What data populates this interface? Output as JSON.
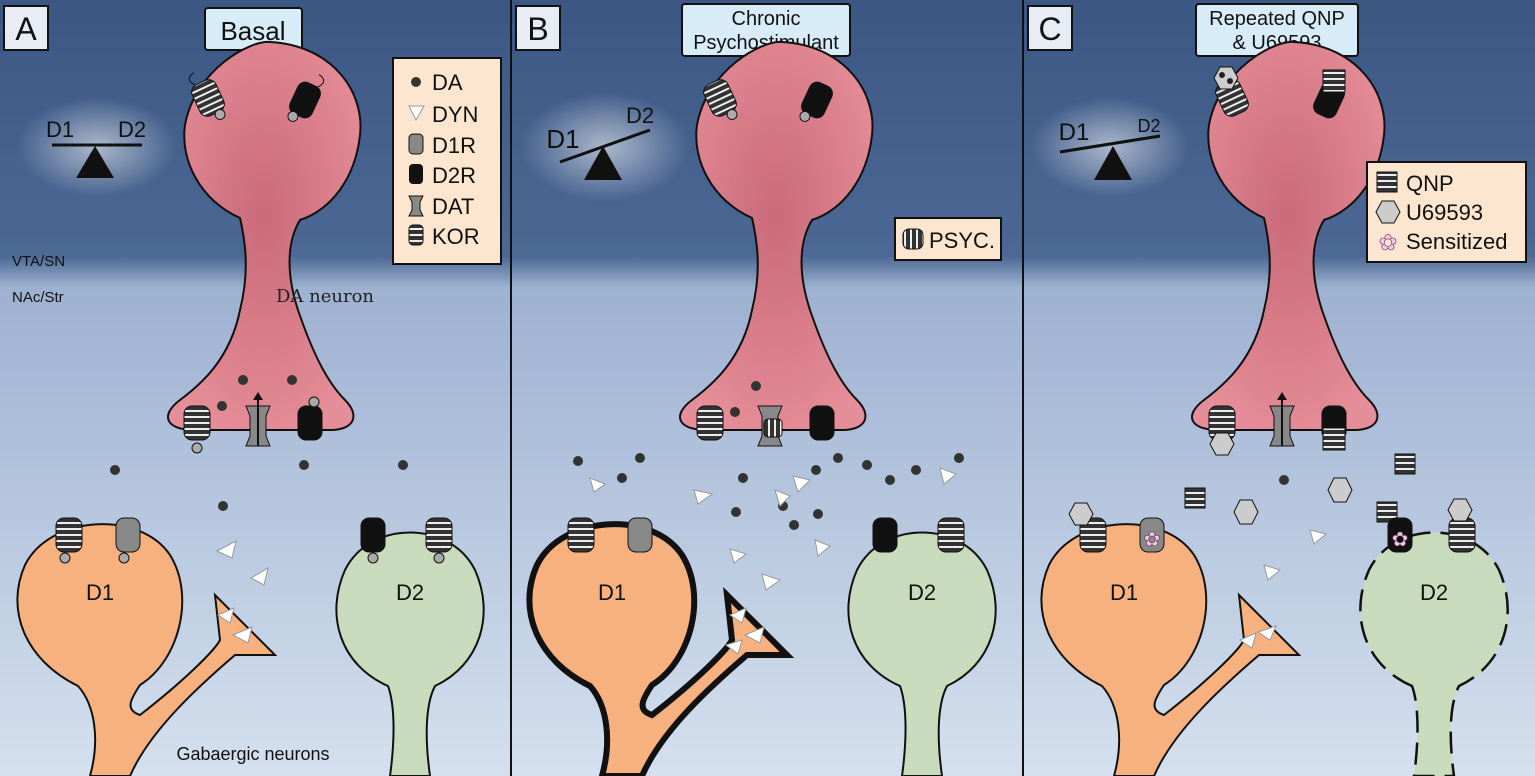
{
  "panels": [
    {
      "letter": "A",
      "title": [
        "Basal"
      ],
      "seesaw": [
        "D1",
        "D2"
      ],
      "cells": [
        "D1",
        "D2"
      ]
    },
    {
      "letter": "B",
      "title": [
        "Chronic",
        "Psychostimulant"
      ],
      "seesaw": [
        "D1",
        "D2"
      ],
      "cells": [
        "D1",
        "D2"
      ]
    },
    {
      "letter": "C",
      "title": [
        "Repeated QNP",
        "& U69593"
      ],
      "seesaw": [
        "D1",
        "D2"
      ],
      "cells": [
        "D1",
        "D2"
      ]
    }
  ],
  "region_labels": {
    "upper": "VTA/SN",
    "lower": "NAc/Str"
  },
  "da_neuron_label": "DA neuron",
  "gaba_label": "Gabaergic neurons",
  "legend_a": [
    "DA",
    "DYN",
    "D1R",
    "D2R",
    "DAT",
    "KOR"
  ],
  "legend_b": [
    "PSYC."
  ],
  "legend_c": [
    "QNP",
    "U69593",
    "Sensitized"
  ],
  "colors": {
    "sky_top": "#3e5a86",
    "sky_bottom": "#a9bcd9",
    "da_neuron": "#d97a86",
    "d1_cell": "#f7b17f",
    "d2_cell": "#c8dbbc",
    "title_box": "#d8ecf8",
    "legend_box": "#fce6cf"
  }
}
